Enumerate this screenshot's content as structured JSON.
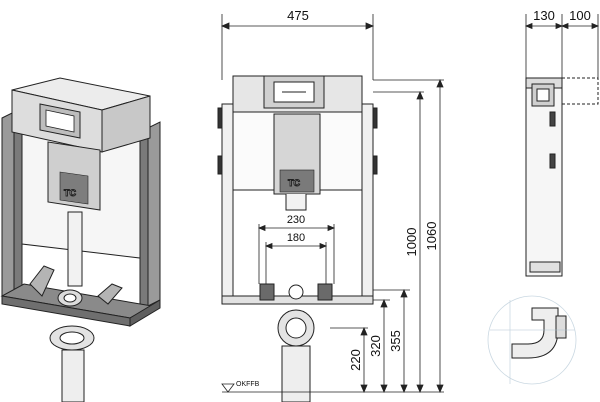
{
  "dimensions": {
    "frame_width": "475",
    "side_depth": "130",
    "side_extension": "100",
    "height_total": "1060",
    "height_frame": "1000",
    "height_355": "355",
    "height_320": "320",
    "height_220": "220",
    "width_230": "230",
    "width_180": "180"
  },
  "labels": {
    "floor_level": "OKFFB",
    "brand_mark": "TC"
  },
  "colors": {
    "line": "#222222",
    "frame_fill": "#f4f4f4",
    "iso_frame_fill": "#9a9a9a",
    "iso_frame_dark": "#6f6f6f",
    "cistern_fill": "#e6e6e6",
    "panel_fill": "#cfcfcf",
    "watermark": "#a8bfcf"
  }
}
